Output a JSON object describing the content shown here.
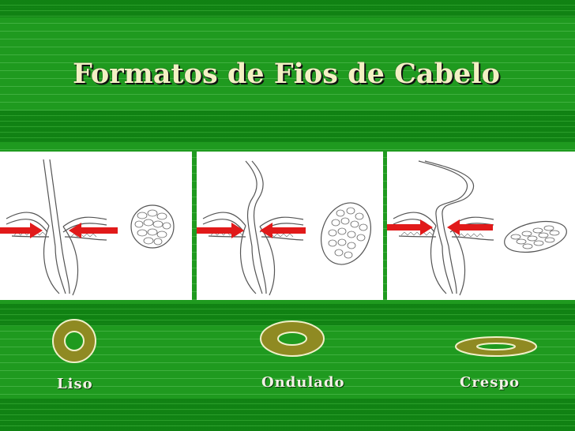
{
  "slide": {
    "title": "Formatos de Fios de Cabelo"
  },
  "hair_types": [
    {
      "label": "Liso",
      "icon": "round-ring-icon"
    },
    {
      "label": "Ondulado",
      "icon": "oval-ring-icon"
    },
    {
      "label": "Crespo",
      "icon": "flat-ellipse-ring-icon"
    }
  ],
  "colors": {
    "background": "#1f9a1f",
    "title_text": "#f3f0c4",
    "ring_fill": "#8f8a22",
    "ring_outline": "#f0f0c8",
    "arrow": "#e11a1a"
  }
}
